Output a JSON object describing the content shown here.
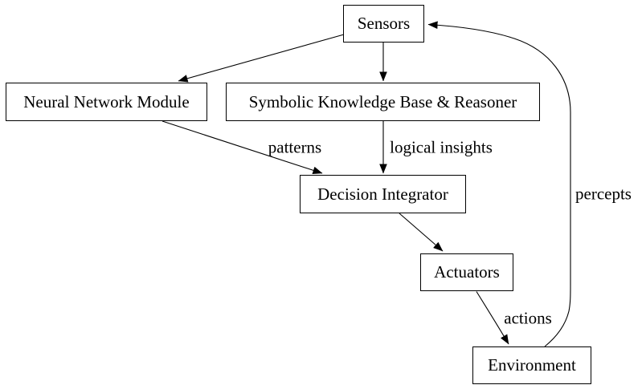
{
  "diagram": {
    "type": "directed-graph",
    "colors": {
      "background": "#ffffff",
      "node_fill": "#ffffff",
      "node_border": "#000000",
      "edge_stroke": "#000000",
      "text": "#000000"
    },
    "nodes": [
      {
        "id": "sensors",
        "label": "Sensors"
      },
      {
        "id": "neural-network-module",
        "label": "Neural Network Module"
      },
      {
        "id": "symbolic-kb-reasoner",
        "label": "Symbolic Knowledge Base & Reasoner"
      },
      {
        "id": "decision-integrator",
        "label": "Decision Integrator"
      },
      {
        "id": "actuators",
        "label": "Actuators"
      },
      {
        "id": "environment",
        "label": "Environment"
      }
    ],
    "edges": [
      {
        "from": "Sensors",
        "to": "Neural Network Module",
        "label": ""
      },
      {
        "from": "Sensors",
        "to": "Symbolic Knowledge Base & Reasoner",
        "label": ""
      },
      {
        "from": "Neural Network Module",
        "to": "Decision Integrator",
        "label": "patterns"
      },
      {
        "from": "Symbolic Knowledge Base & Reasoner",
        "to": "Decision Integrator",
        "label": "logical insights"
      },
      {
        "from": "Decision Integrator",
        "to": "Actuators",
        "label": ""
      },
      {
        "from": "Actuators",
        "to": "Environment",
        "label": "actions"
      },
      {
        "from": "Environment",
        "to": "Sensors",
        "label": "percepts"
      }
    ]
  }
}
